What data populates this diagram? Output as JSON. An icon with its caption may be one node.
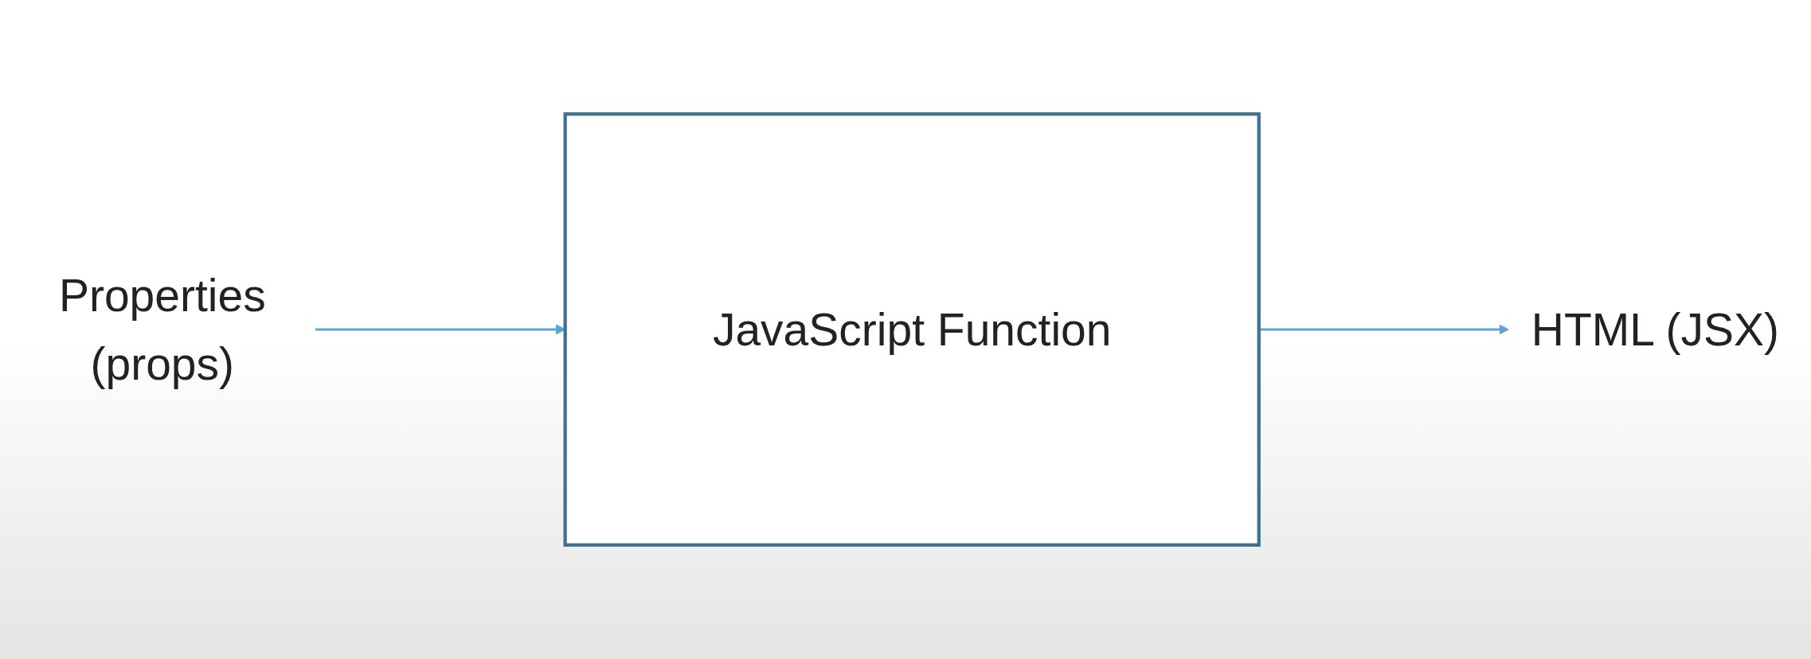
{
  "diagram": {
    "nodes": [
      {
        "text": [
          "Properties (props)"
        ]
      },
      {
        "text": [
          "JavaScript Function"
        ]
      },
      {
        "text": [
          "HTML (JSX)"
        ]
      }
    ],
    "edges": [
      {
        "from": 0,
        "to": 1,
        "arrow": "to"
      },
      {
        "from": 1,
        "to": 2,
        "arrow": "to"
      }
    ]
  }
}
